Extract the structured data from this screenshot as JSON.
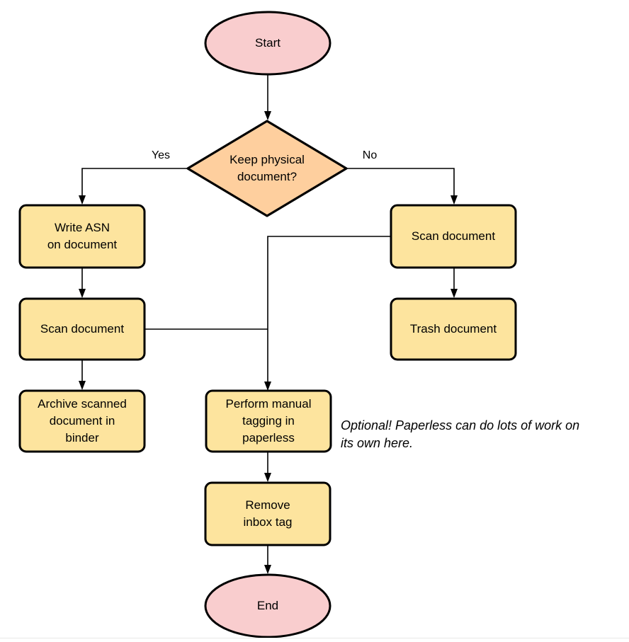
{
  "diagram": {
    "type": "flowchart",
    "nodes": {
      "start": {
        "label": "Start",
        "shape": "terminator"
      },
      "decision": {
        "label": "Keep physical\ndocument?",
        "shape": "decision"
      },
      "write_asn": {
        "label": "Write ASN\non document",
        "shape": "process"
      },
      "scan_left": {
        "label": "Scan document",
        "shape": "process"
      },
      "archive": {
        "label": "Archive scanned\ndocument in\nbinder",
        "shape": "process"
      },
      "scan_right": {
        "label": "Scan document",
        "shape": "process"
      },
      "trash": {
        "label": "Trash document",
        "shape": "process"
      },
      "tagging": {
        "label": "Perform manual\ntagging in\npaperless",
        "shape": "process"
      },
      "remove_tag": {
        "label": "Remove\ninbox tag",
        "shape": "process"
      },
      "end": {
        "label": "End",
        "shape": "terminator"
      }
    },
    "edge_labels": {
      "yes": "Yes",
      "no": "No"
    },
    "note": "Optional! Paperless can do lots of work on\nits own here.",
    "colors": {
      "terminator-fill": "#f9cdce",
      "decision-fill": "#fecf9e",
      "process-fill": "#fde49e",
      "line": "#000000",
      "text": "#000000"
    }
  }
}
